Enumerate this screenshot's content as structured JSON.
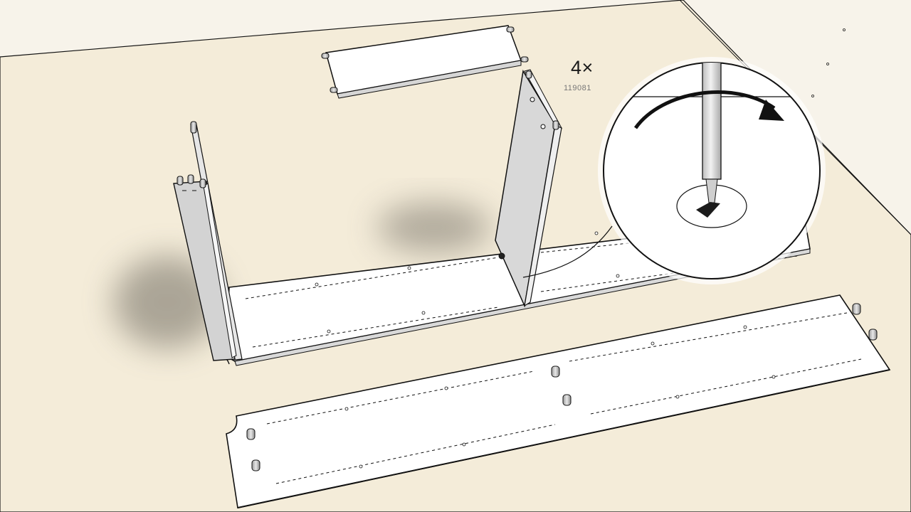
{
  "step": {
    "quantity_label": "4×",
    "part_number": "119081"
  },
  "detail": {
    "action": "rotate-clockwise",
    "tool": "screwdriver-icon"
  },
  "colors": {
    "background": "#f7f3ea",
    "work_surface": "#f4ecd9",
    "panel_face": "#ffffff",
    "panel_side": "#d6d6d6",
    "line": "#111111",
    "shadow": "#6f6a60"
  }
}
